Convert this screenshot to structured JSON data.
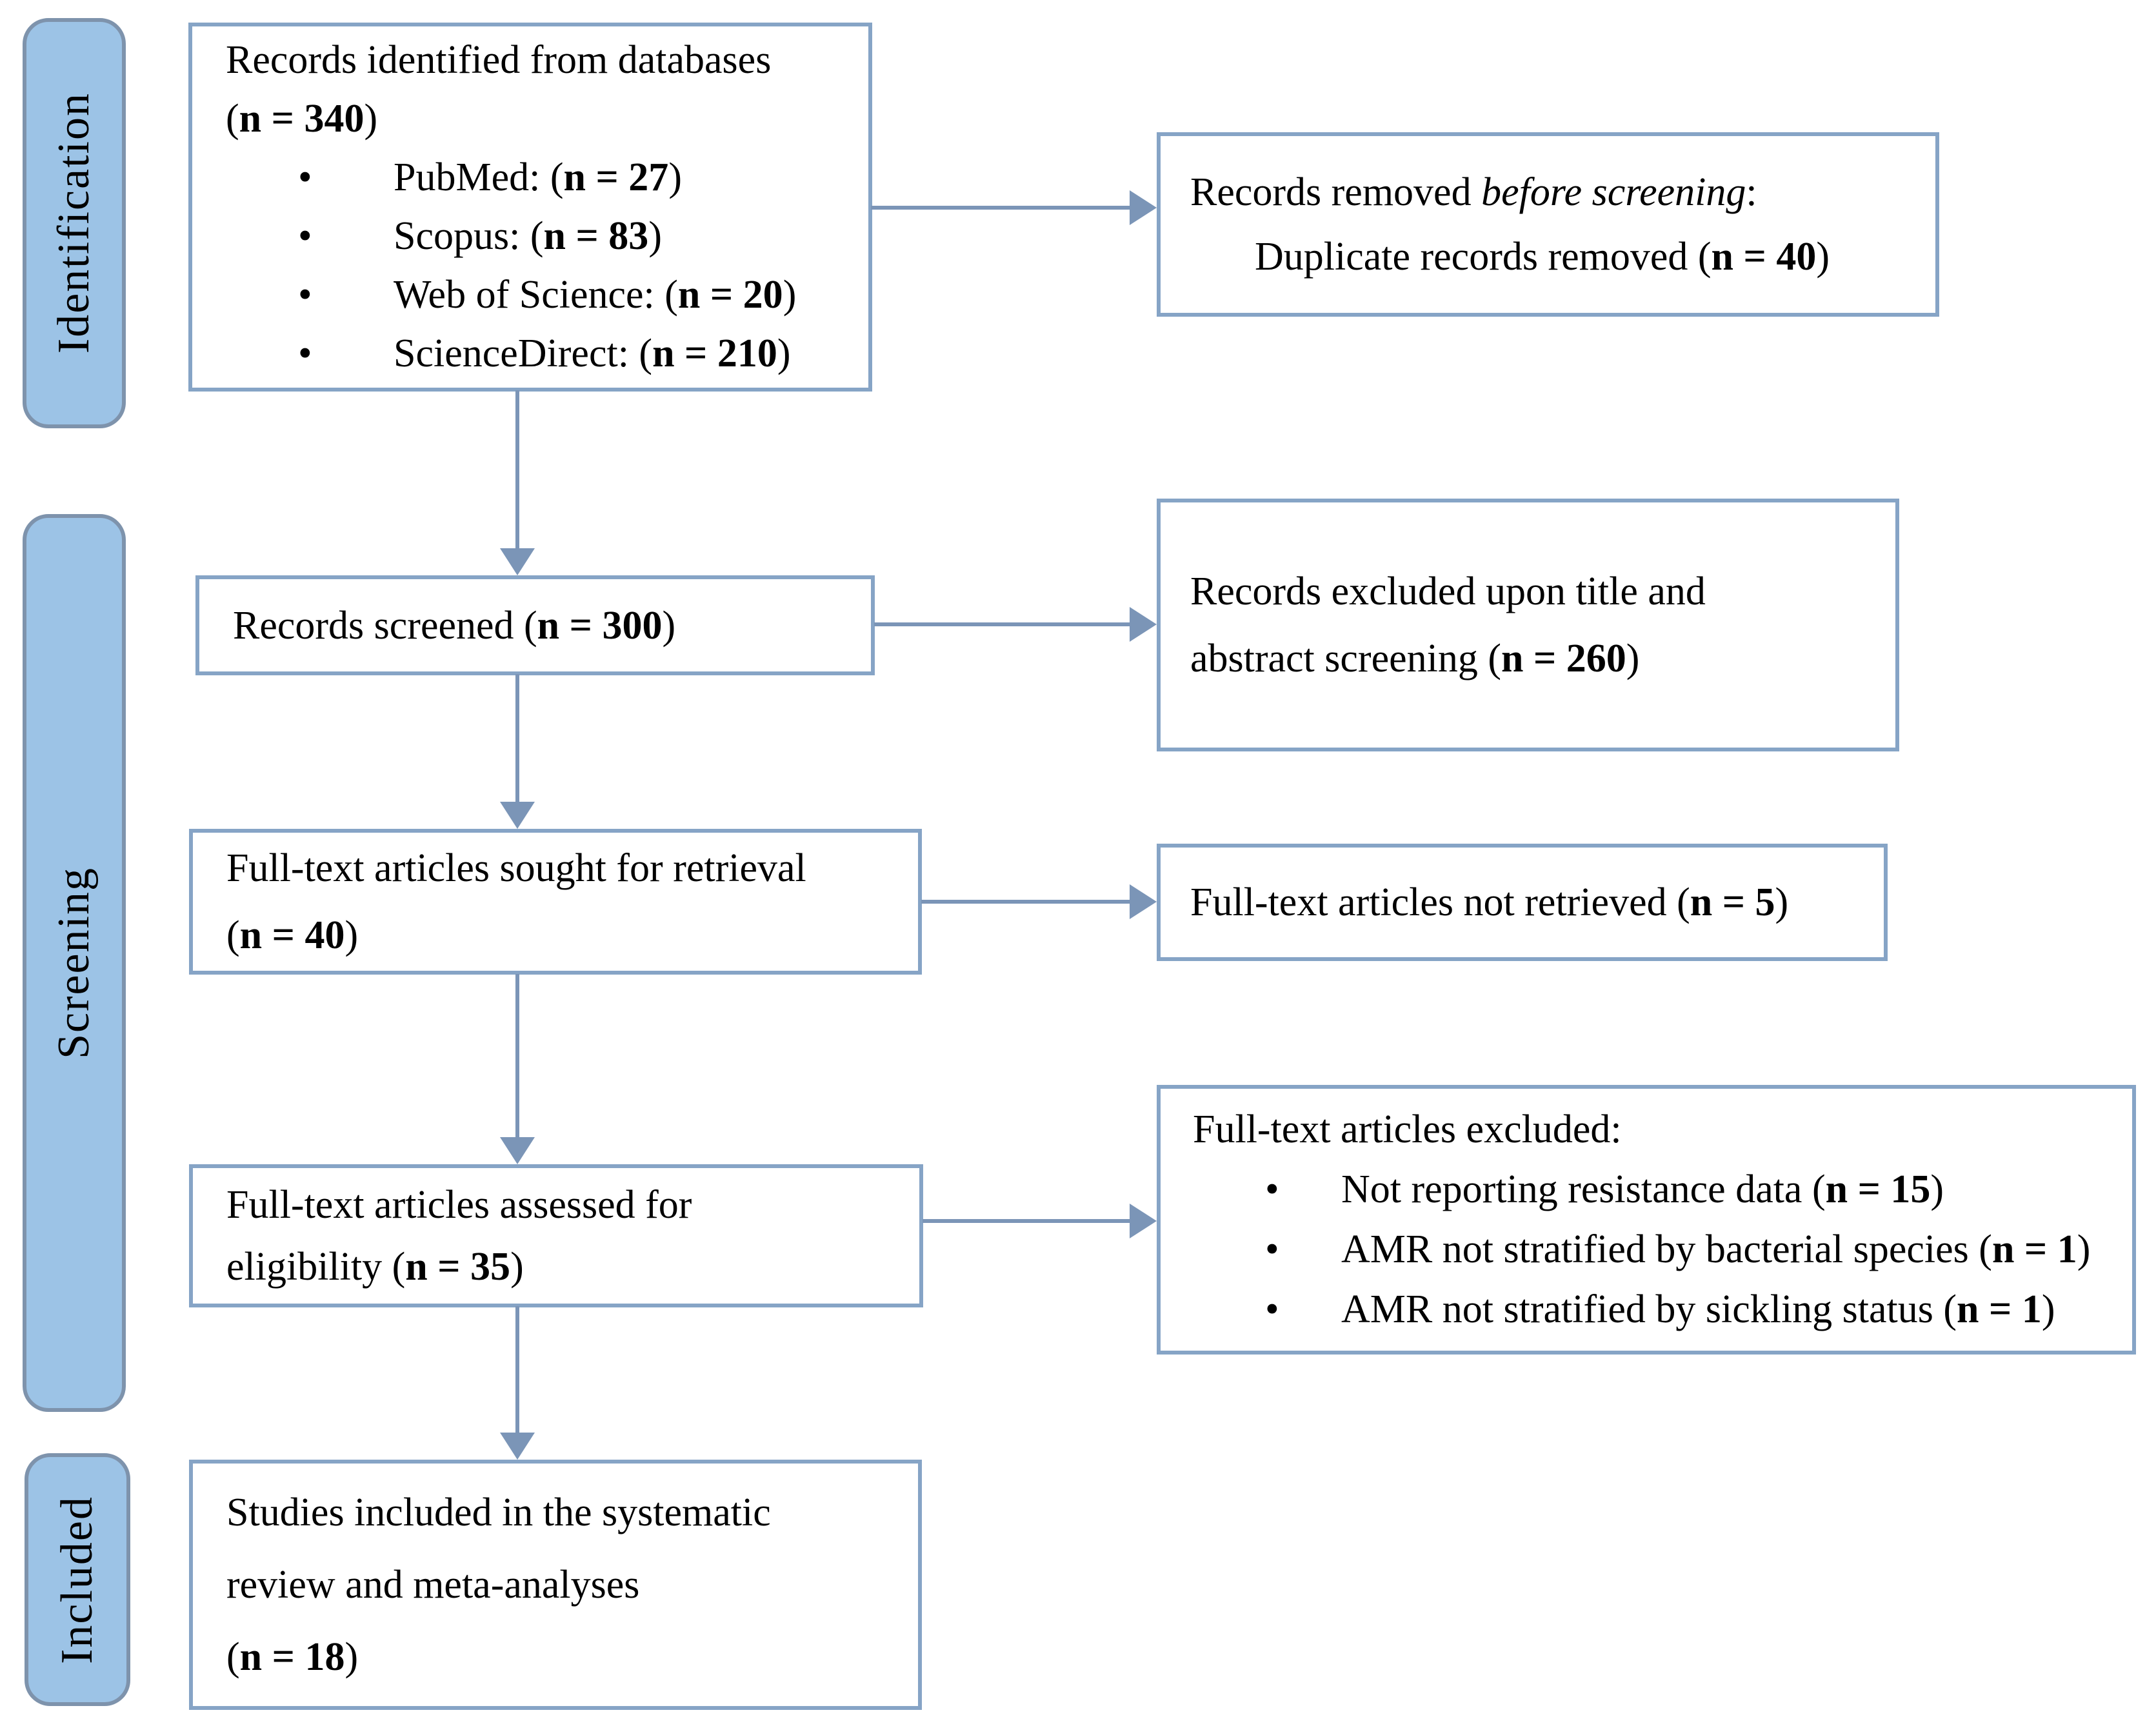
{
  "diagram_type": "PRISMA flow diagram",
  "colors": {
    "stage_fill": "#9cc3e6",
    "stage_border": "#7e93ac",
    "box_border": "#86a4c6",
    "arrow": "#7b95b7",
    "text": "#000000"
  },
  "stages": [
    {
      "label": "Identification"
    },
    {
      "label": "Screening"
    },
    {
      "label": "Included"
    }
  ],
  "flow_boxes": {
    "identified": {
      "lines": [
        {
          "segments": [
            {
              "t": "Records identified from databases"
            }
          ]
        },
        {
          "segments": [
            {
              "t": "("
            },
            {
              "t": "n = 340",
              "b": true
            },
            {
              "t": ")"
            }
          ]
        },
        {
          "variant": "bullet",
          "segments": [
            {
              "t": "•",
              "bu": true
            },
            {
              "t": "PubMed: ("
            },
            {
              "t": "n = 27",
              "b": true
            },
            {
              "t": ")"
            }
          ]
        },
        {
          "variant": "bullet",
          "segments": [
            {
              "t": "•",
              "bu": true
            },
            {
              "t": "Scopus: ("
            },
            {
              "t": "n = 83",
              "b": true
            },
            {
              "t": ")"
            }
          ]
        },
        {
          "variant": "bullet",
          "segments": [
            {
              "t": "•",
              "bu": true
            },
            {
              "t": "Web of Science: ("
            },
            {
              "t": "n = 20",
              "b": true
            },
            {
              "t": ")"
            }
          ]
        },
        {
          "variant": "bullet",
          "segments": [
            {
              "t": "•",
              "bu": true
            },
            {
              "t": "ScienceDirect: ("
            },
            {
              "t": "n = 210",
              "b": true
            },
            {
              "t": ")"
            }
          ]
        }
      ]
    },
    "removed": {
      "lines": [
        {
          "segments": [
            {
              "t": "Records removed "
            },
            {
              "t": "before screening",
              "i": true
            },
            {
              "t": ":"
            }
          ]
        },
        {
          "variant": "indent",
          "segments": [
            {
              "t": "Duplicate records removed  ("
            },
            {
              "t": "n = 40",
              "b": true
            },
            {
              "t": ")"
            }
          ]
        }
      ]
    },
    "screened": {
      "lines": [
        {
          "segments": [
            {
              "t": "Records screened ("
            },
            {
              "t": "n = 300",
              "b": true
            },
            {
              "t": ")"
            }
          ]
        }
      ]
    },
    "excluded_screening": {
      "lines": [
        {
          "segments": [
            {
              "t": "Records excluded upon title and"
            }
          ]
        },
        {
          "segments": [
            {
              "t": "abstract screening ("
            },
            {
              "t": "n = 260",
              "b": true
            },
            {
              "t": ")"
            }
          ]
        }
      ]
    },
    "sought": {
      "lines": [
        {
          "segments": [
            {
              "t": "Full-text articles sought for retrieval"
            }
          ]
        },
        {
          "segments": [
            {
              "t": "("
            },
            {
              "t": "n = 40",
              "b": true
            },
            {
              "t": ")"
            }
          ]
        }
      ]
    },
    "not_retrieved": {
      "lines": [
        {
          "segments": [
            {
              "t": "Full-text articles not retrieved ("
            },
            {
              "t": "n = 5",
              "b": true
            },
            {
              "t": ")"
            }
          ]
        }
      ]
    },
    "assessed": {
      "lines": [
        {
          "segments": [
            {
              "t": "Full-text articles assessed for"
            }
          ]
        },
        {
          "segments": [
            {
              "t": "eligibility ("
            },
            {
              "t": "n = 35",
              "b": true
            },
            {
              "t": ")"
            }
          ]
        }
      ]
    },
    "excluded_fulltext": {
      "lines": [
        {
          "segments": [
            {
              "t": "Full-text articles excluded:"
            }
          ]
        },
        {
          "variant": "bullet",
          "segments": [
            {
              "t": "•",
              "bu": true
            },
            {
              "t": "Not reporting resistance data ("
            },
            {
              "t": "n = 15",
              "b": true
            },
            {
              "t": ")"
            }
          ]
        },
        {
          "variant": "bullet",
          "segments": [
            {
              "t": "•",
              "bu": true
            },
            {
              "t": "AMR not stratified by bacterial species ("
            },
            {
              "t": "n = 1",
              "b": true
            },
            {
              "t": ")"
            }
          ]
        },
        {
          "variant": "bullet",
          "segments": [
            {
              "t": "•",
              "bu": true
            },
            {
              "t": "AMR not stratified by sickling status ("
            },
            {
              "t": "n = 1",
              "b": true
            },
            {
              "t": ")"
            }
          ]
        }
      ]
    },
    "included_studies": {
      "lines": [
        {
          "segments": [
            {
              "t": "Studies included in the systematic"
            }
          ]
        },
        {
          "segments": [
            {
              "t": "review and meta-analyses"
            }
          ]
        },
        {
          "segments": [
            {
              "t": "("
            },
            {
              "t": "n = 18",
              "b": true
            },
            {
              "t": ")"
            }
          ]
        }
      ]
    }
  }
}
